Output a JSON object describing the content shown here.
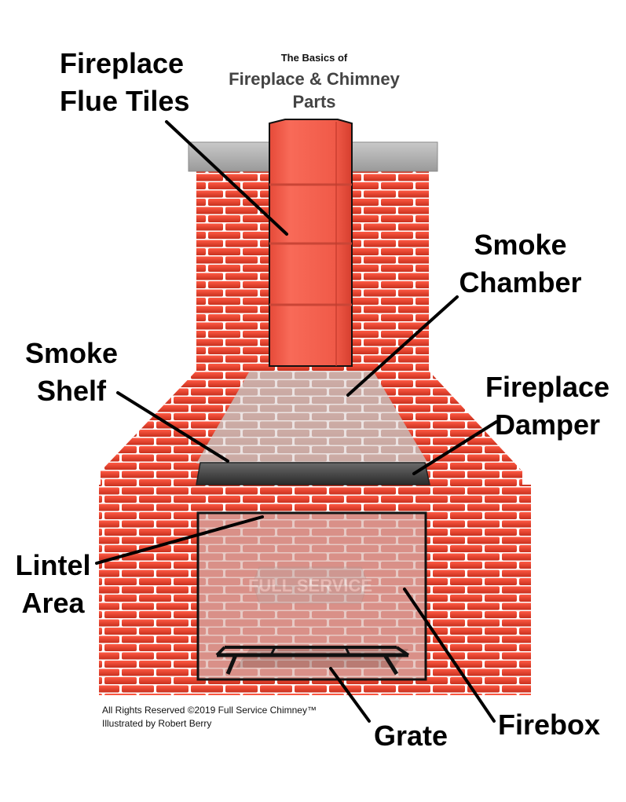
{
  "title": {
    "pre": "The Basics of",
    "main": "Fireplace & Chimney",
    "sub": "Parts"
  },
  "labels": {
    "flue_tiles": [
      "Fireplace",
      "Flue Tiles"
    ],
    "smoke_chamber": [
      "Smoke",
      "Chamber"
    ],
    "smoke_shelf": [
      "Smoke",
      "Shelf"
    ],
    "damper": [
      "Fireplace",
      "Damper"
    ],
    "lintel": [
      "Lintel",
      "Area"
    ],
    "grate": "Grate",
    "firebox": "Firebox"
  },
  "watermark": "FULL SERVICE",
  "credits": {
    "line1": "All Rights Reserved ©2019 Full Service Chimney™",
    "line2": "Illustrated by Robert Berry"
  },
  "colors": {
    "brick": "#e8402a",
    "brick_dark": "#b92a1a",
    "mortar": "#ffffff",
    "flue": "#f15a4a",
    "flue_dark": "#d8402f",
    "cap": "#b9b9b9",
    "interior_brick": "#d89c94",
    "line": "#000000"
  }
}
